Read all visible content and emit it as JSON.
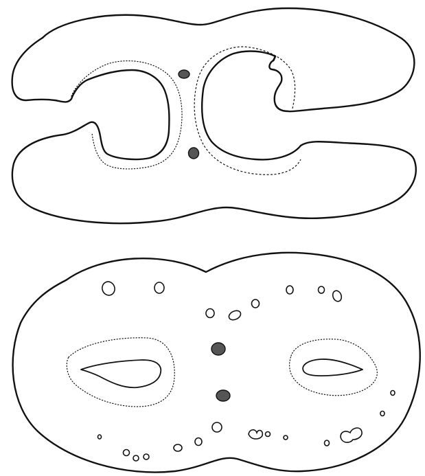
{
  "figure": {
    "colors": {
      "ink": "#111111",
      "bundle_fill": "#555555",
      "background": "#ffffff"
    },
    "panels": [
      {
        "id": "upper-section",
        "outline_style": "solid",
        "contains": [
          "outer-outline",
          "left-wing-cavity",
          "right-wing-cavity",
          "dotted-border-left",
          "dashed-border-right",
          "central-bundles"
        ]
      },
      {
        "id": "lower-section",
        "outline_style": "solid",
        "contains": [
          "outer-outline",
          "left-slit-cavity",
          "right-slit-cavity",
          "dotted-halo-left",
          "dotted-halo-right",
          "central-bundles",
          "scattered-small-bundles"
        ]
      }
    ]
  }
}
